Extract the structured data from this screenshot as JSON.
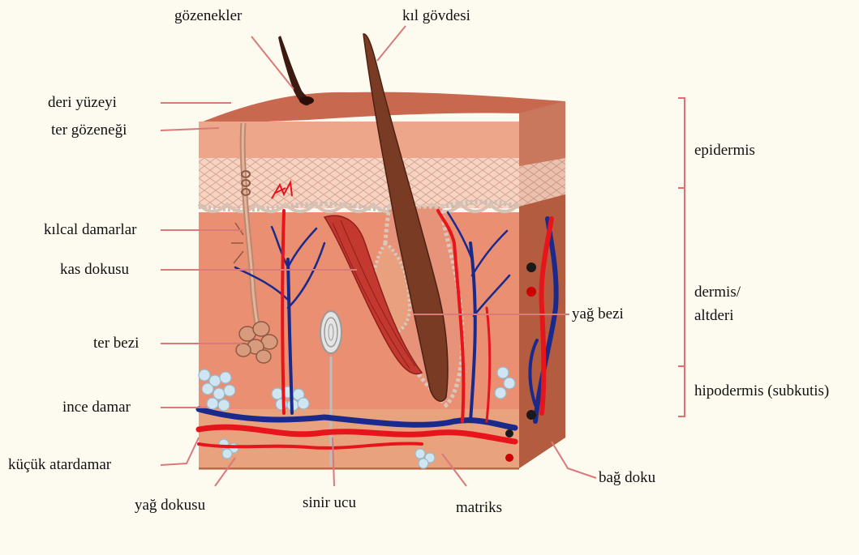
{
  "labels": {
    "gozenekler": "gözenekler",
    "kil_govdesi": "kıl gövdesi",
    "deri_yuzeyi": "deri yüzeyi",
    "ter_gozenegi": "ter gözeneği",
    "kilcal_damarlar": "kılcal damarlar",
    "kas_dokusu": "kas dokusu",
    "ter_bezi": "ter bezi",
    "ince_damar": "ince damar",
    "kucuk_atardamar": "küçük atardamar",
    "yag_dokusu": "yağ dokusu",
    "sinir_ucu": "sinir ucu",
    "matriks": "matriks",
    "bag_doku": "bağ doku",
    "yag_bezi": "yağ bezi",
    "epidermis": "epidermis",
    "dermis_line1": "dermis/",
    "dermis_line2": "altderi",
    "hipodermis": "hipodermis (subkutis)"
  },
  "colors": {
    "background": "#fdfbf0",
    "leader_line": "#d97a7a",
    "bracket": "#e06f6f",
    "artery": "#e8141c",
    "vein": "#1a2a8c",
    "hair": "#6b3420",
    "dermis": "#eb8f72",
    "epidermis": "#f2b9a0",
    "hypodermis": "#e9a27e"
  }
}
